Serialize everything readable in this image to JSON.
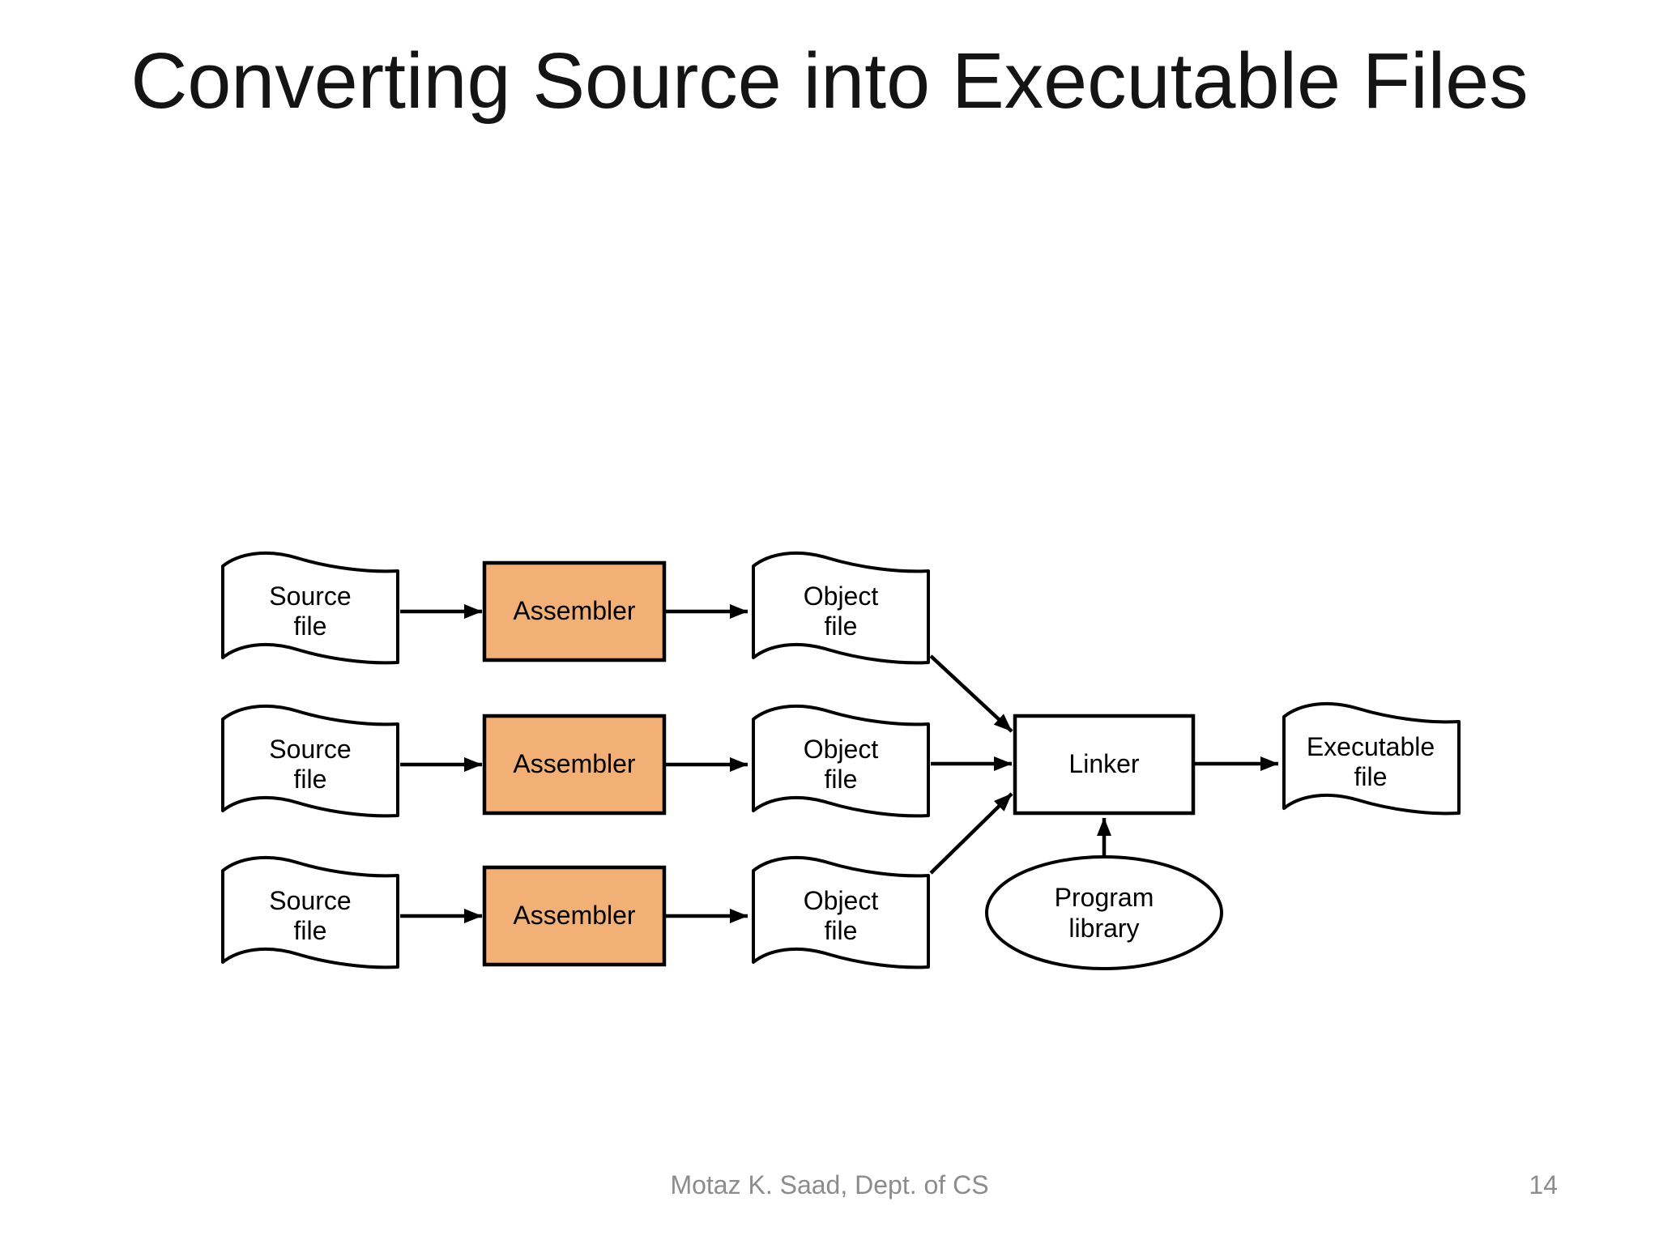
{
  "slide": {
    "title": "Converting Source into Executable Files"
  },
  "diagram": {
    "source_file_label": "Source\nfile",
    "assembler_label": "Assembler",
    "object_file_label": "Object\nfile",
    "linker_label": "Linker",
    "executable_file_label": "Executable\nfile",
    "program_library_label": "Program\nlibrary"
  },
  "colors": {
    "assembler_fill": "#F2B077",
    "diagram_stroke": "#000000",
    "title_text": "#141414",
    "footer_text": "#8C8C8C"
  },
  "footer": {
    "credit": "Motaz K. Saad, Dept. of CS",
    "page_number": "14"
  }
}
